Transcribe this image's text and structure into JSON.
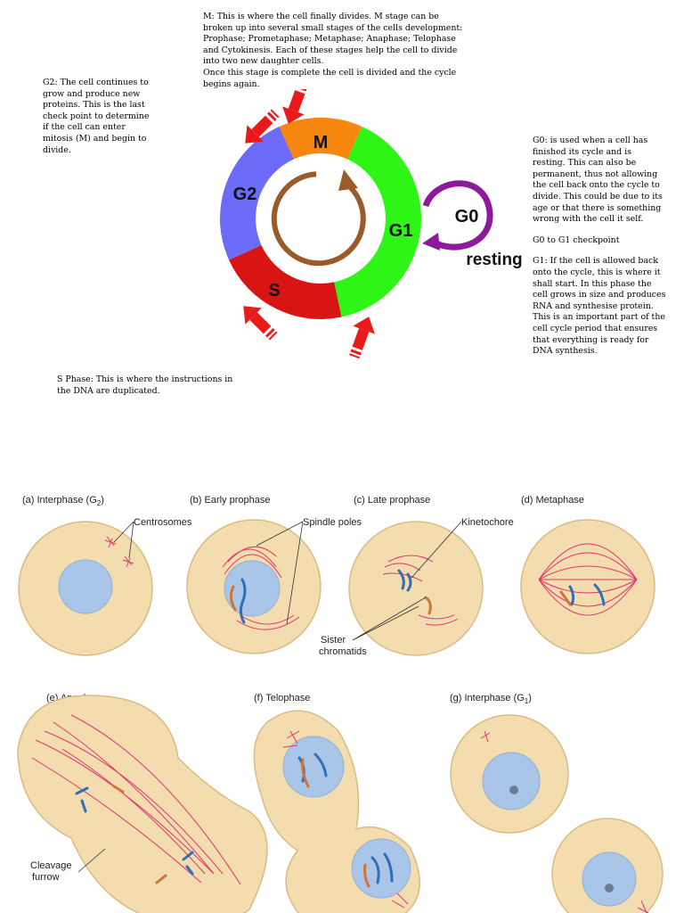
{
  "notes": {
    "m_phase": [
      "M: This is where the cell finally divides. M stage can be broken up into several small stages of the cells development: Prophase; Prometaphase; Metaphase; Anaphase; Telophase and Cytokinesis. Each of these stages help the cell to divide into two new daughter cells.",
      "Once this stage is complete the cell is divided and the cycle begins again."
    ],
    "g2_phase": "G2: The cell continues to grow and produce new proteins. This is the last check point to determine if the cell can enter mitosis (M) and begin to divide.",
    "g0_phase": "G0: is used when a cell has finished its cycle and is resting. This can also be permanent, thus not allowing the cell back onto the cycle to divide. This could be due to its age or that there is something wrong with the cell it self.",
    "checkpoint": "G0 to G1 checkpoint",
    "g1_phase": "G1: If the cell is allowed back onto the cycle, this is where it shall start. In this phase the cell grows in size and produces RNA and synthesise protein. This is an important part of the cell cycle period that ensures that everything is ready for DNA synthesis.",
    "s_phase": "S Phase: This is where the instructions in the DNA are duplicated."
  },
  "cycle": {
    "labels": {
      "m": "M",
      "g1": "G1",
      "s": "S",
      "g2": "G2",
      "g0": "G0",
      "resting": "resting"
    },
    "colors": {
      "m": "#f7860f",
      "g1": "#2ef516",
      "s": "#d81414",
      "g2": "#6b6bf7",
      "g0": "#8e1a9a",
      "arrow": "#e81a1a",
      "inner": "#9a5b2a"
    }
  },
  "mitosis": {
    "stages": {
      "a": "(a) Interphase (G",
      "a_sub": "2",
      "b": "(b) Early prophase",
      "c": "(c) Late prophase",
      "d": "(d) Metaphase",
      "e": "(e) Anaphase",
      "f": "(f) Telophase",
      "g": "(g) Interphase (G",
      "g_sub": "1"
    },
    "callouts": {
      "centrosomes": "Centrosomes",
      "spindle_poles": "Spindle poles",
      "kinetochore": "Kinetochore",
      "sister_1": "Sister",
      "sister_2": "chromatids",
      "cleavage_1": "Cleavage",
      "cleavage_2": "furrow"
    },
    "colors": {
      "cytoplasm": "#f3dcae",
      "membrane": "#d9bb85",
      "nucleus": "#a9c6e8",
      "spindle": "#e0356f",
      "chrom_blue": "#2f6fb5",
      "chrom_orange": "#d0743a"
    }
  }
}
